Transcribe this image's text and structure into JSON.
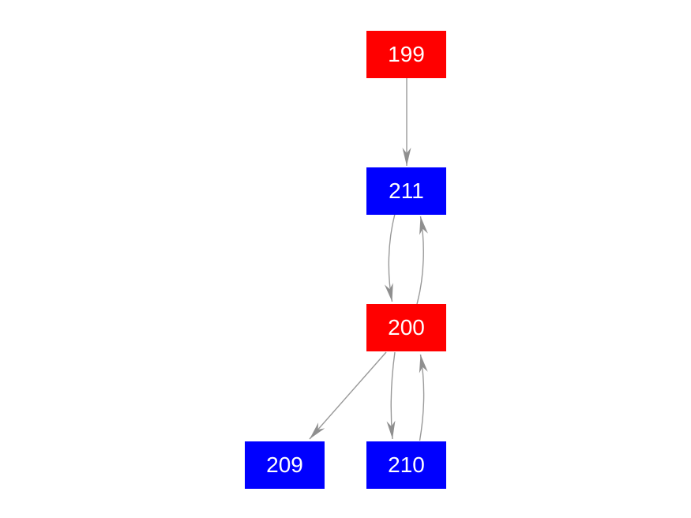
{
  "graph": {
    "background_color": "#ffffff",
    "edge_color": "#999999",
    "arrow_color": "#8f8f8f",
    "node_text_color": "#ffffff",
    "nodes": [
      {
        "id": "199",
        "label": "199",
        "color": "#ff0000"
      },
      {
        "id": "211",
        "label": "211",
        "color": "#0000ff"
      },
      {
        "id": "200",
        "label": "200",
        "color": "#ff0000"
      },
      {
        "id": "209",
        "label": "209",
        "color": "#0000ff"
      },
      {
        "id": "210",
        "label": "210",
        "color": "#0000ff"
      }
    ],
    "edges": [
      {
        "from": "199",
        "to": "211",
        "style": "straight"
      },
      {
        "from": "211",
        "to": "200",
        "style": "curved-left"
      },
      {
        "from": "200",
        "to": "211",
        "style": "curved-right"
      },
      {
        "from": "200",
        "to": "209",
        "style": "straight-diagonal"
      },
      {
        "from": "200",
        "to": "210",
        "style": "curved-left"
      },
      {
        "from": "210",
        "to": "200",
        "style": "curved-right"
      }
    ]
  }
}
